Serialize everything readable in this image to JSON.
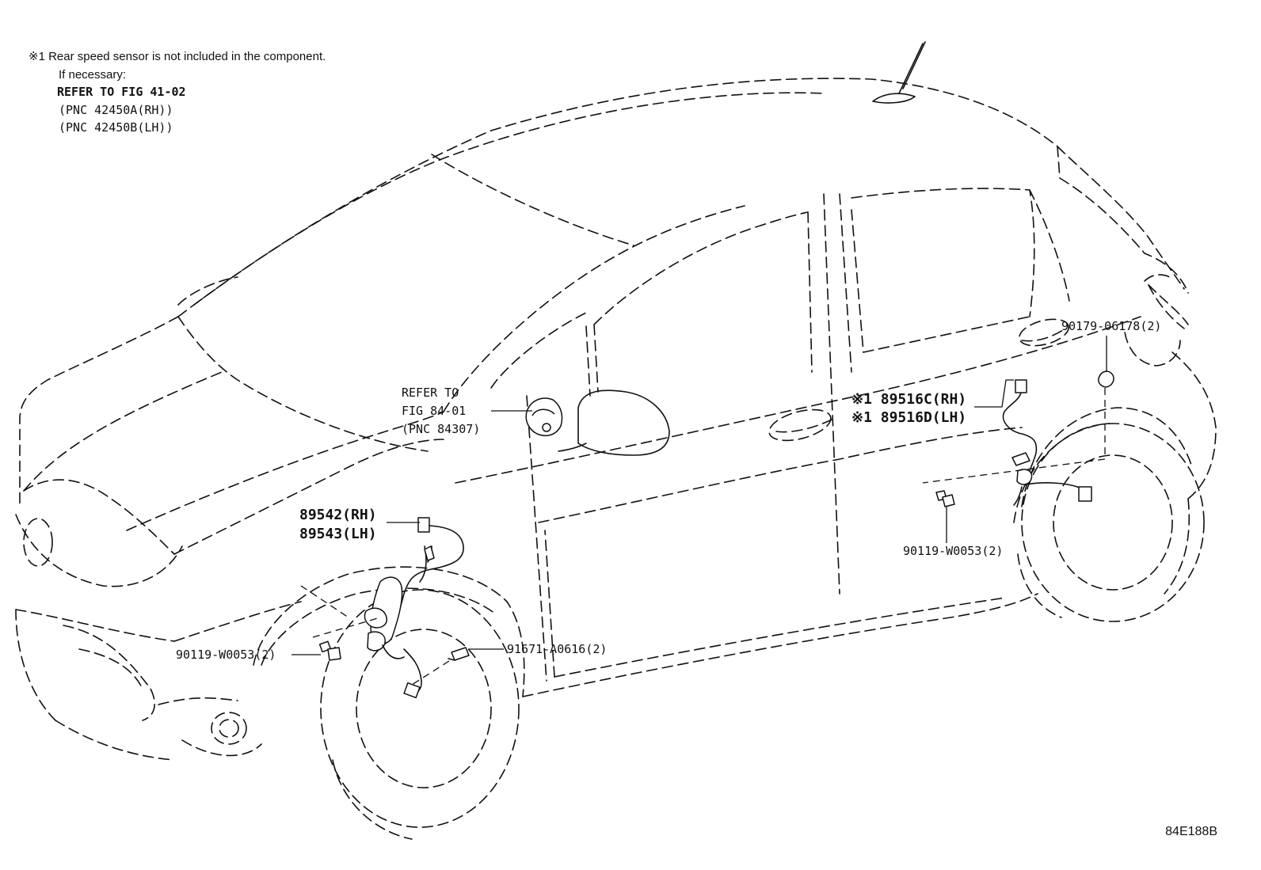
{
  "note": {
    "line1": "※1 Rear speed sensor is not included in the component.",
    "line2": "If necessary:",
    "line3": "REFER TO FIG 41-02",
    "line4": "(PNC 42450A(RH))",
    "line5": "(PNC 42450B(LH))"
  },
  "callouts": {
    "refer_fig_line1": "REFER TO",
    "refer_fig_line2": "FIG 84-01",
    "refer_fig_line3": "(PNC 84307)",
    "front_sensor_rh": "89542(RH)",
    "front_sensor_lh": "89543(LH)",
    "rear_sensor_rh": "※1 89516C(RH)",
    "rear_sensor_lh": "※1 89516D(LH)",
    "clip_rear": "90179-06178(2)",
    "bolt_rear": "90119-W0053(2)",
    "bolt_front": "90119-W0053(2)",
    "bolt_front_hub": "91671-A0616(2)"
  },
  "figure_id": "84E188B"
}
